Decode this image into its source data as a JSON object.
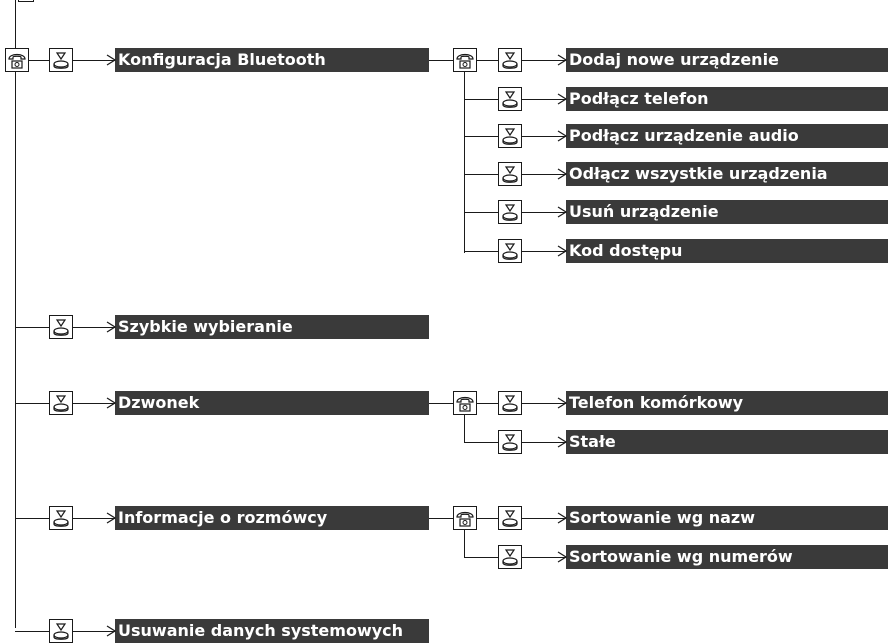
{
  "icons": {
    "phone": "phone-handset-icon",
    "knob": "selector-knob-icon"
  },
  "colors": {
    "line": "#1a1a1a",
    "label_bg": "#3a3a3a",
    "label_text": "#ffffff"
  },
  "menu": {
    "bluetooth": {
      "label": "Konfiguracja Bluetooth",
      "items": [
        "Dodaj nowe urządzenie",
        "Podłącz telefon",
        "Podłącz urządzenie audio",
        "Odłącz wszystkie urządzenia",
        "Usuń urządzenie",
        "Kod dostępu"
      ]
    },
    "speed_dial": {
      "label": "Szybkie wybieranie"
    },
    "ringtone": {
      "label": "Dzwonek",
      "items": [
        "Telefon komórkowy",
        "Stałe"
      ]
    },
    "caller_info": {
      "label": "Informacje o rozmówcy",
      "items": [
        "Sortowanie wg nazw",
        "Sortowanie wg numerów"
      ]
    },
    "clear_data": {
      "label": "Usuwanie danych systemowych"
    }
  }
}
